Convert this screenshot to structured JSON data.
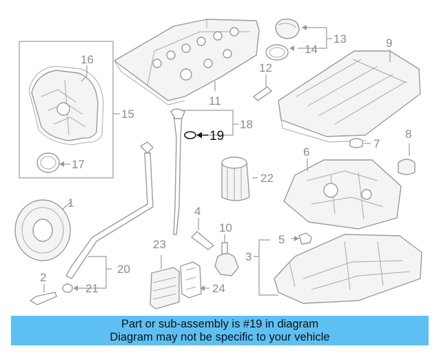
{
  "callouts": {
    "c1": "1",
    "c2": "2",
    "c3": "3",
    "c4": "4",
    "c5": "5",
    "c6": "6",
    "c7": "7",
    "c8": "8",
    "c9": "9",
    "c10": "10",
    "c11": "11",
    "c12": "12",
    "c13": "13",
    "c14": "14",
    "c15": "15",
    "c16": "16",
    "c17": "17",
    "c18": "18",
    "c19": "19",
    "c20": "20",
    "c21": "21",
    "c22": "22",
    "c23": "23",
    "c24": "24"
  },
  "highlighted_part": "19",
  "colors": {
    "banner": "#5ec0f2",
    "line": "#9a9a9a",
    "highlight": "#111111"
  },
  "banner": {
    "line1": "Part or sub-assembly is #19 in diagram",
    "line2": "Diagram may not be specific to your vehicle"
  }
}
